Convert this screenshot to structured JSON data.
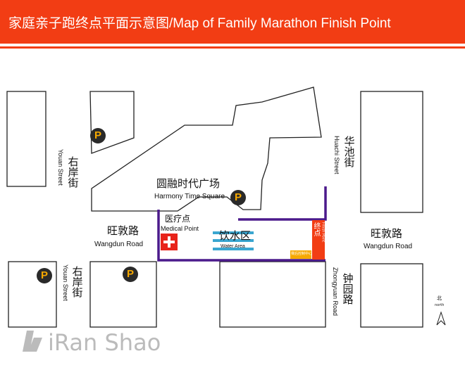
{
  "title": "家庭亲子跑终点平面示意图/Map of Family  Marathon Finish Point",
  "labels": {
    "harmony_zh": "圆融时代广场",
    "harmony_en": "Harmony Time Square",
    "medical_zh": "医疗点",
    "medical_en": "Medical Point",
    "water_zh": "饮水区",
    "water_en": "Water Area",
    "finish_zh": "终点",
    "finish_en": "Finish Point",
    "control": "赛后控制中心",
    "wangdun_zh": "旺敦路",
    "wangdun_en": "Wangdun Road",
    "youan_zh": "右岸街",
    "youan_en": "Youan Street",
    "huachi_zh": "华池街",
    "huachi_en": "Huachi Street",
    "zhongyuan_zh": "钟园路",
    "zhongyuan_en": "Zhongyuan Road",
    "north_zh": "北",
    "north_en": "north",
    "parking": "P"
  },
  "logo": "iRan Shao",
  "colors": {
    "header": "#f23d14",
    "route": "#4b1a8c",
    "water": "#3aa6d0",
    "medical": "#e8231a",
    "parking": "#f6a800"
  }
}
